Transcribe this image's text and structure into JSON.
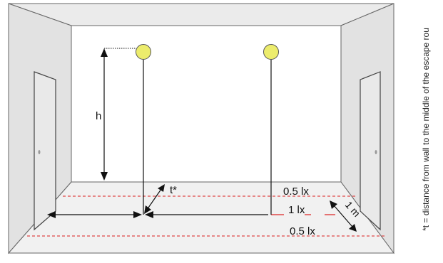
{
  "labels": {
    "height": "h",
    "distance": "t*",
    "lux_upper": "0.5 lx",
    "lux_middle": "1 lx",
    "lux_lower": "0.5 lx",
    "width": "1 m"
  },
  "footnote": "*t = distance from wall to the middle of the escape rou",
  "colors": {
    "lamp": "#ecec6c",
    "lamp_outline": "#555555",
    "dashed_lines": "#e04848",
    "walls": "#dcdcdc",
    "ceiling": "#ebebeb",
    "floor": "#f1f1f1"
  }
}
